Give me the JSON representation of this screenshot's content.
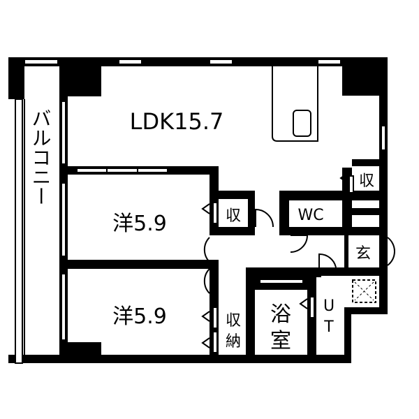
{
  "plan": {
    "rooms": {
      "ldk": "LDK15.7",
      "western1": "洋5.9",
      "western2": "洋5.9",
      "balcony": "バルコニー",
      "bath": [
        "浴",
        "室"
      ],
      "ut": [
        "U",
        "T"
      ],
      "wc": "WC",
      "entrance": "玄",
      "storage_ldk": "収",
      "storage_room1": "収",
      "storage_room2": [
        "収",
        "納"
      ]
    }
  }
}
